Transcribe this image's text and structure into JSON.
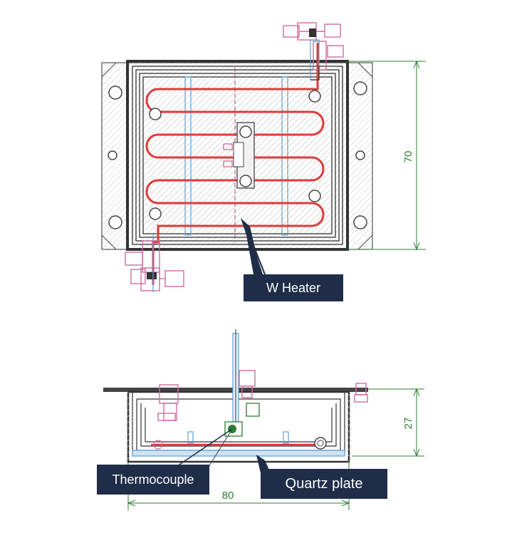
{
  "labels": {
    "heater": "W Heater",
    "thermocouple": "Thermocouple",
    "quartz": "Quartz plate"
  },
  "dimensions": {
    "height_top": "70",
    "height_side": "27",
    "width": "80"
  },
  "colors": {
    "heater": "#e03a3a",
    "frame": "#333333",
    "hatch": "#c9c9c9",
    "dimension": "#2e7d32",
    "fitting": "#d06ca0",
    "blue": "#5aa0d8",
    "label_bg": "#1f2d48"
  }
}
